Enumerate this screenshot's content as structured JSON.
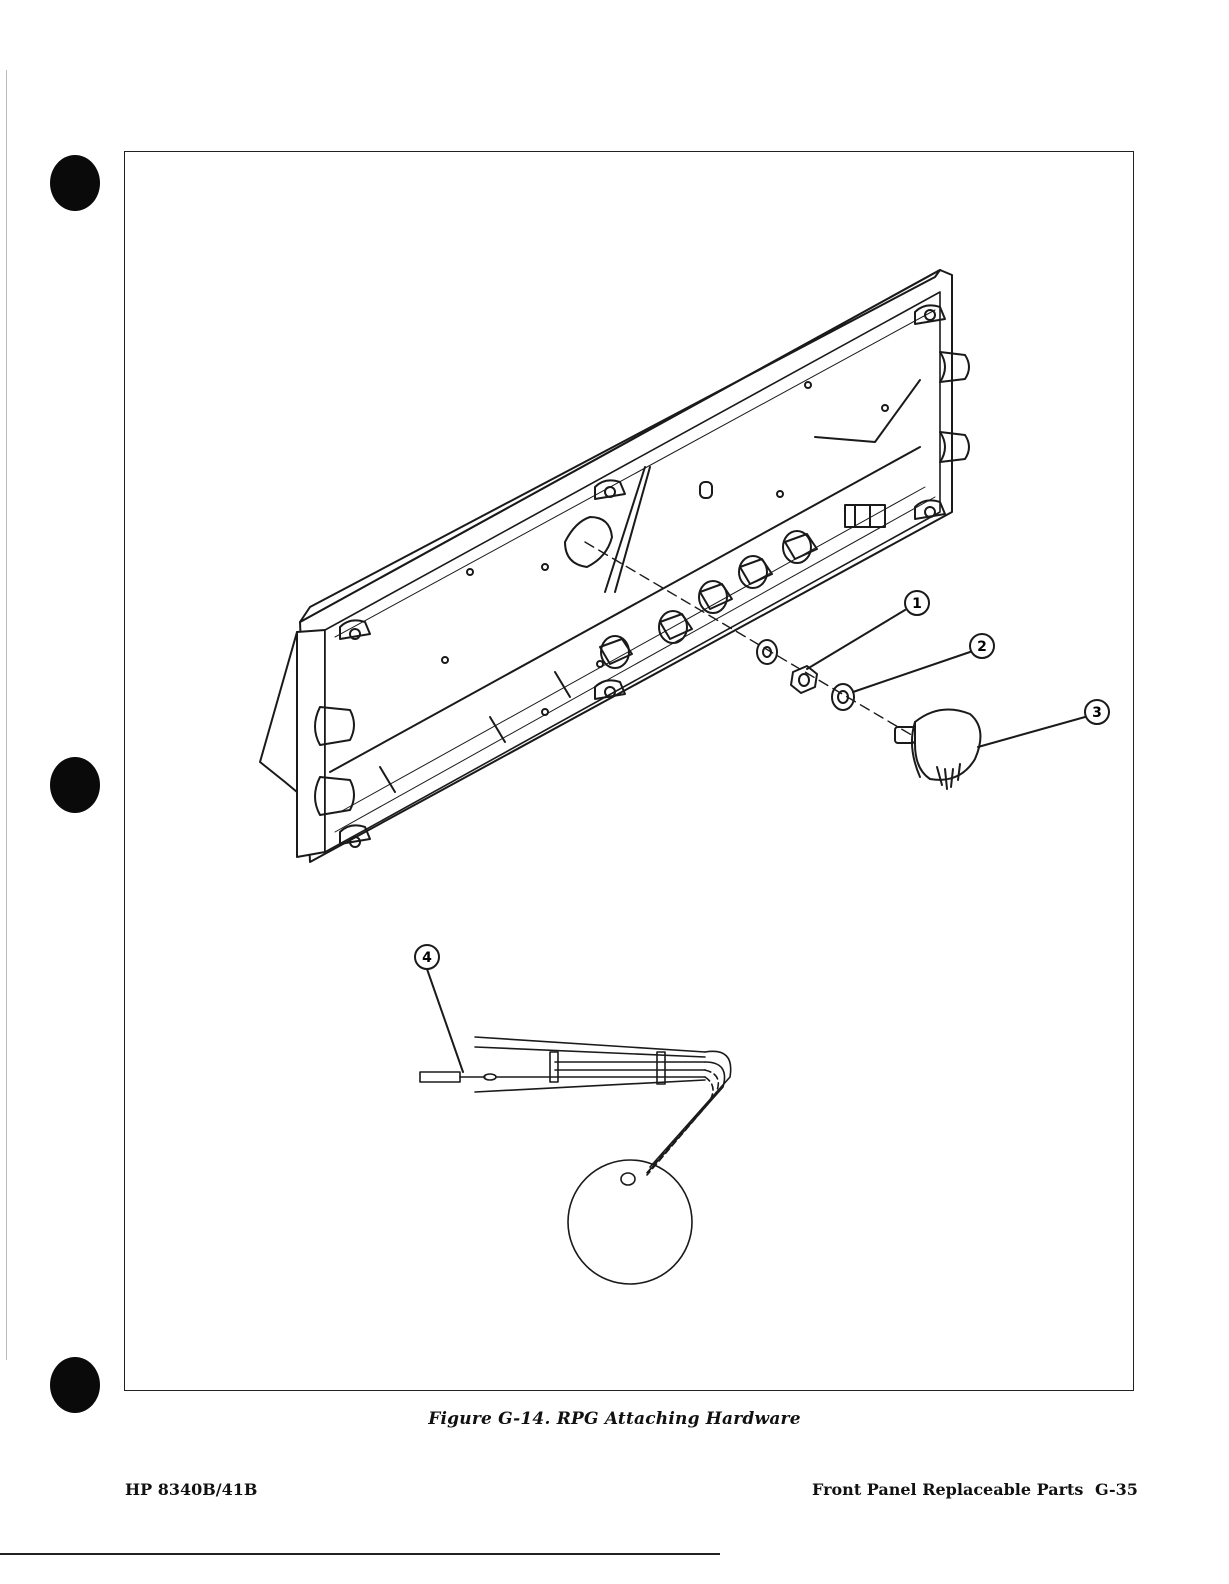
{
  "figure": {
    "caption": "Figure G-14.   RPG Attaching Hardware",
    "callouts": [
      "1",
      "2",
      "3",
      "4"
    ]
  },
  "footer": {
    "model": "HP 8340B/41B",
    "section": "Front Panel Replaceable Parts",
    "page": "G-35"
  }
}
